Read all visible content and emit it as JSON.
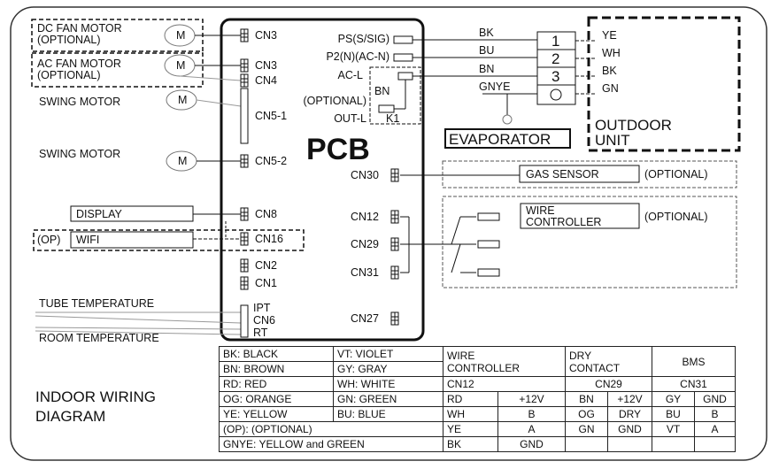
{
  "left": {
    "dc_fan": [
      "DC FAN MOTOR",
      "(OPTIONAL)"
    ],
    "ac_fan": [
      "AC FAN MOTOR",
      "(OPTIONAL)"
    ],
    "swing1": "SWING MOTOR",
    "swing2": "SWING MOTOR",
    "motor_glyph": "M",
    "display": "DISPLAY",
    "op": "(OP)",
    "wifi": "WIFI",
    "tube": "TUBE TEMPERATURE",
    "room": "ROOM TEMPERATURE",
    "title": [
      "INDOOR WIRING",
      "DIAGRAM"
    ]
  },
  "pcb": {
    "title": "PCB",
    "left_connectors": [
      "CN3",
      "CN3",
      "CN4",
      "CN5-1",
      "CN5-2",
      "CN8",
      "CN16",
      "CN2",
      "CN1",
      "IPT",
      "CN6",
      "RT"
    ],
    "right_connectors": [
      "CN30",
      "CN12",
      "CN29",
      "CN31",
      "CN27"
    ],
    "terminals": [
      "PS(S/SIG)",
      "P2(N)(AC-N)",
      "AC-L",
      "(OPTIONAL)",
      "OUT-L",
      "BN",
      "K1"
    ]
  },
  "right": {
    "wires": [
      "BK",
      "BU",
      "BN",
      "GNYE"
    ],
    "terminal_numbers": [
      "1",
      "2",
      "3"
    ],
    "outdoor_wires": [
      "YE",
      "WH",
      "BK",
      "GN"
    ],
    "evaporator": "EVAPORATOR",
    "outdoor": [
      "OUTDOOR",
      "UNIT"
    ],
    "gas_sensor": "GAS SENSOR",
    "gas_optional": "(OPTIONAL)",
    "wire_controller": [
      "WIRE",
      "CONTROLLER"
    ],
    "wc_optional": "(OPTIONAL)"
  },
  "table": {
    "r0": [
      "BK: BLACK",
      "VT: VIOLET",
      "WIRE",
      "CONTROLLER",
      "DRY",
      "CONTACT",
      "BMS"
    ],
    "r1": [
      "BN: BROWN",
      "GY: GRAY"
    ],
    "r2": [
      "RD: RED",
      "WH: WHITE",
      "CN12",
      "CN29",
      "CN31"
    ],
    "r3": [
      "OG: ORANGE",
      "GN: GREEN",
      "RD",
      "+12V",
      "BN",
      "+12V",
      "GY",
      "GND"
    ],
    "r4": [
      "YE: YELLOW",
      "BU: BLUE",
      "WH",
      "B",
      "OG",
      "DRY",
      "BU",
      "B"
    ],
    "r5": [
      "(OP): (OPTIONAL)",
      "YE",
      "A",
      "GN",
      "GND",
      "VT",
      "A"
    ],
    "r6": [
      "GNYE: YELLOW and GREEN",
      "BK",
      "GND"
    ]
  }
}
